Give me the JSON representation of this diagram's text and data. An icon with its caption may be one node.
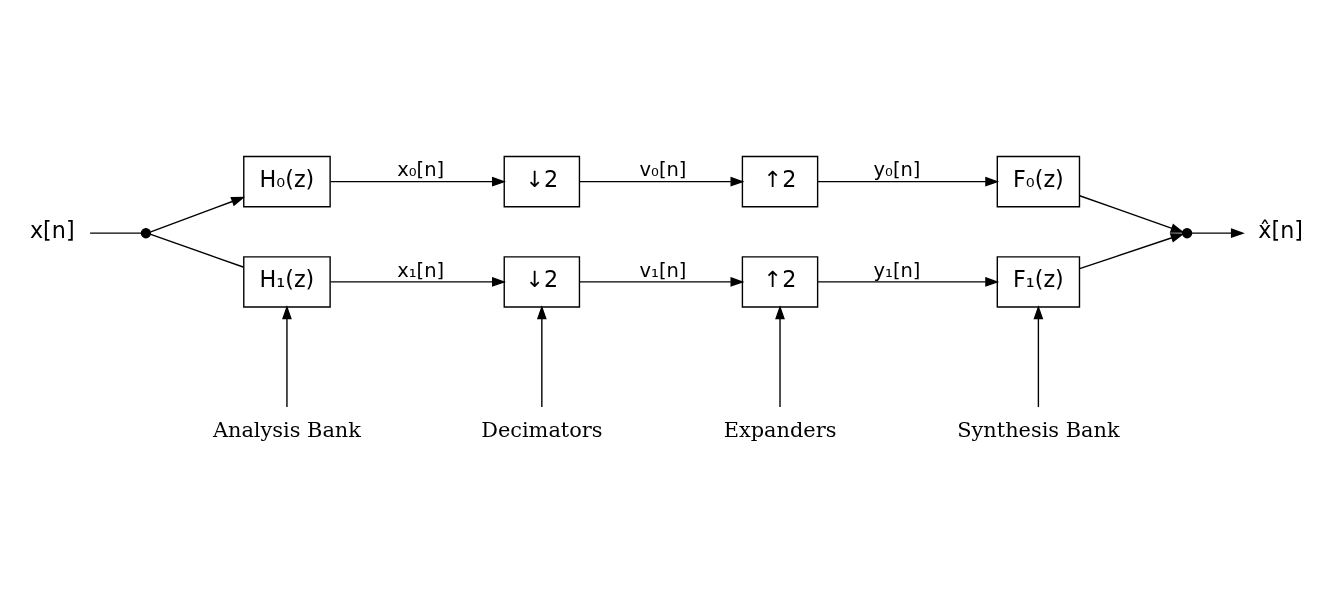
{
  "diagram": {
    "nodes": [
      {
        "text": [
          "x[n]"
        ]
      },
      {
        "text": [],
        "shape": "circle"
      },
      {
        "text": [
          "H₀(z)"
        ]
      },
      {
        "text": [
          "↓2"
        ]
      },
      {
        "text": [
          "↑2"
        ]
      },
      {
        "text": [
          "F₀(z)"
        ]
      },
      {
        "text": [
          "H₁(z)"
        ]
      },
      {
        "text": [
          "↓2"
        ]
      },
      {
        "text": [
          "↑2"
        ]
      },
      {
        "text": [
          "F₁(z)"
        ]
      },
      {
        "text": [],
        "shape": "circle"
      },
      {
        "text": [
          "x̂[n]"
        ]
      },
      {
        "text": [
          "Analysis Bank"
        ]
      },
      {
        "text": [
          "Decimators"
        ]
      },
      {
        "text": [
          "Expanders"
        ]
      },
      {
        "text": [
          "Synthesis Bank"
        ]
      }
    ],
    "edges": [
      {
        "from": 0,
        "to": 1,
        "arrow": "none"
      },
      {
        "from": 1,
        "to": 2,
        "arrow": "to"
      },
      {
        "from": 1,
        "to": 6,
        "arrow": "none"
      },
      {
        "from": 2,
        "to": 3,
        "arrow": "to",
        "label": "x₀[n]"
      },
      {
        "from": 3,
        "to": 4,
        "arrow": "to",
        "label": "v₀[n]"
      },
      {
        "from": 4,
        "to": 5,
        "arrow": "to",
        "label": "y₀[n]"
      },
      {
        "from": 5,
        "to": 10,
        "arrow": "to"
      },
      {
        "from": 6,
        "to": 7,
        "arrow": "to",
        "label": "x₁[n]"
      },
      {
        "from": 7,
        "to": 8,
        "arrow": "to",
        "label": "v₁[n]"
      },
      {
        "from": 8,
        "to": 9,
        "arrow": "to",
        "label": "y₁[n]"
      },
      {
        "from": 9,
        "to": 10,
        "arrow": "to"
      },
      {
        "from": 10,
        "to": 11,
        "arrow": "to"
      },
      {
        "from": 12,
        "to": 6,
        "arrow": "to"
      },
      {
        "from": 13,
        "to": 7,
        "arrow": "to"
      },
      {
        "from": 14,
        "to": 8,
        "arrow": "to"
      },
      {
        "from": 15,
        "to": 9,
        "arrow": "to"
      }
    ]
  }
}
